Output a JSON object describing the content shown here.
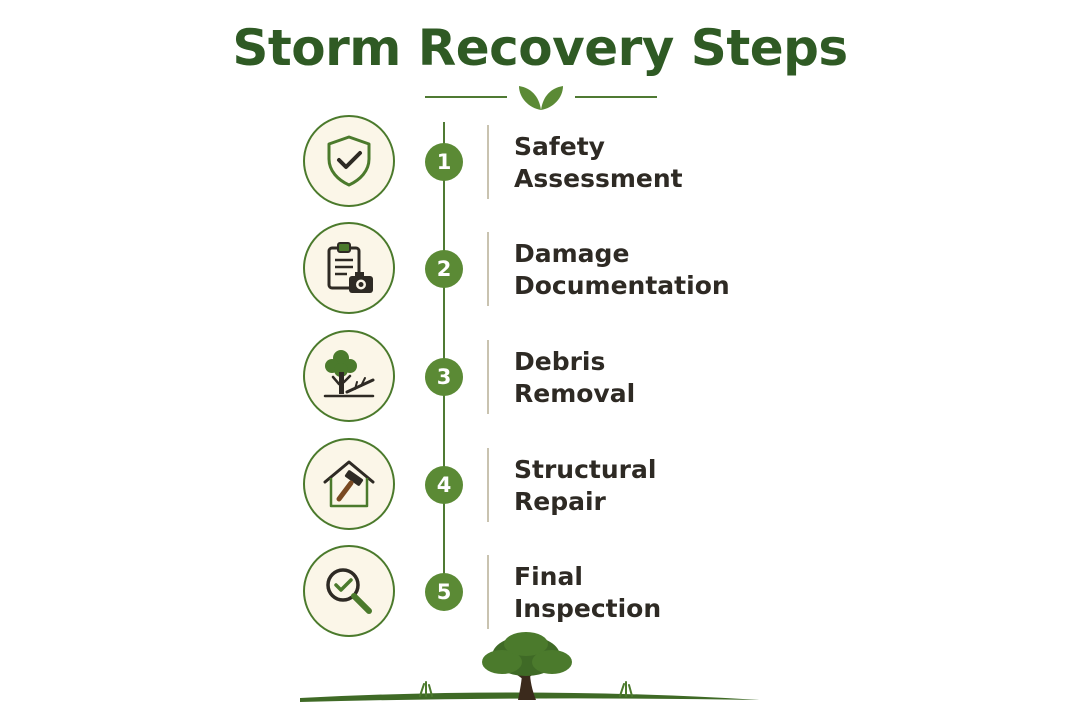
{
  "title": "Storm Recovery Steps",
  "colors": {
    "title": "#2f5a24",
    "accent": "#5b8a35",
    "circle_border": "#4b7a2c",
    "circle_fill": "#fbf6e8",
    "text": "#2e2a24"
  },
  "steps": [
    {
      "number": "1",
      "line1": "Safety",
      "line2": "Assessment",
      "icon": "shield-check-icon"
    },
    {
      "number": "2",
      "line1": "Damage",
      "line2": "Documentation",
      "icon": "clipboard-camera-icon"
    },
    {
      "number": "3",
      "line1": "Debris",
      "line2": "Removal",
      "icon": "fallen-tree-icon"
    },
    {
      "number": "4",
      "line1": "Structural",
      "line2": "Repair",
      "icon": "house-hammer-icon"
    },
    {
      "number": "5",
      "line1": "Final",
      "line2": "Inspection",
      "icon": "magnifier-check-icon"
    }
  ]
}
